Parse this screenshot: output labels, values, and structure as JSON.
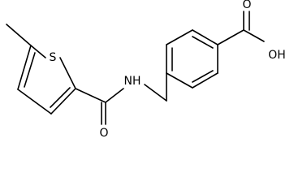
{
  "molecule": {
    "atoms": {
      "sulfur": "S",
      "amide_nitrogen": "NH",
      "amide_oxygen": "O",
      "acid_oxygen": "O",
      "hydroxyl": "OH"
    }
  }
}
